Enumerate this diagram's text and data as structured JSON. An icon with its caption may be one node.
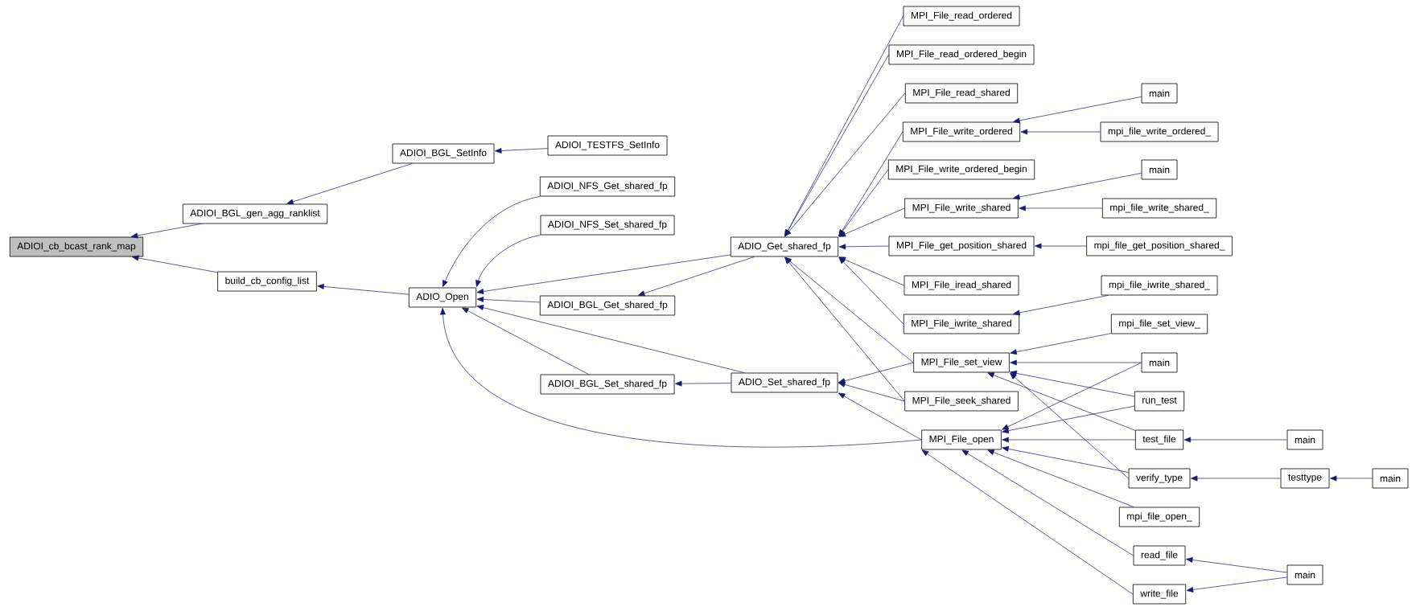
{
  "diagram": {
    "nodes": [
      {
        "text": [
          "ADIOI_cb_bcast_rank_map"
        ]
      },
      {
        "text": [
          "ADIOI_BGL_gen_agg_ranklist"
        ]
      },
      {
        "text": [
          "build_cb_config_list"
        ]
      },
      {
        "text": [
          "ADIOI_BGL_SetInfo"
        ]
      },
      {
        "text": [
          "ADIOI_TESTFS_SetInfo"
        ]
      },
      {
        "text": [
          "ADIO_Open"
        ]
      },
      {
        "text": [
          "ADIOI_NFS_Get_shared_fp"
        ]
      },
      {
        "text": [
          "ADIOI_NFS_Set_shared_fp"
        ]
      },
      {
        "text": [
          "ADIOI_BGL_Get_shared_fp"
        ]
      },
      {
        "text": [
          "ADIOI_BGL_Set_shared_fp"
        ]
      },
      {
        "text": [
          "ADIO_Get_shared_fp"
        ]
      },
      {
        "text": [
          "ADIO_Set_shared_fp"
        ]
      },
      {
        "text": [
          "MPI_File_read_ordered"
        ]
      },
      {
        "text": [
          "MPI_File_read_ordered_begin"
        ]
      },
      {
        "text": [
          "MPI_File_read_shared"
        ]
      },
      {
        "text": [
          "MPI_File_write_ordered"
        ]
      },
      {
        "text": [
          "MPI_File_write_ordered_begin"
        ]
      },
      {
        "text": [
          "MPI_File_write_shared"
        ]
      },
      {
        "text": [
          "MPI_File_get_position_shared"
        ]
      },
      {
        "text": [
          "MPI_File_iread_shared"
        ]
      },
      {
        "text": [
          "MPI_File_iwrite_shared"
        ]
      },
      {
        "text": [
          "MPI_File_set_view"
        ]
      },
      {
        "text": [
          "MPI_File_seek_shared"
        ]
      },
      {
        "text": [
          "MPI_File_open"
        ]
      },
      {
        "text": [
          "main"
        ]
      },
      {
        "text": [
          "mpi_file_write_ordered_"
        ]
      },
      {
        "text": [
          "main"
        ]
      },
      {
        "text": [
          "mpi_file_write_shared_"
        ]
      },
      {
        "text": [
          "mpi_file_get_position_shared_"
        ]
      },
      {
        "text": [
          "mpi_file_iwrite_shared_"
        ]
      },
      {
        "text": [
          "mpi_file_set_view_"
        ]
      },
      {
        "text": [
          "main"
        ]
      },
      {
        "text": [
          "run_test"
        ]
      },
      {
        "text": [
          "test_file"
        ]
      },
      {
        "text": [
          "verify_type"
        ]
      },
      {
        "text": [
          "mpi_file_open_"
        ]
      },
      {
        "text": [
          "read_file"
        ]
      },
      {
        "text": [
          "write_file"
        ]
      },
      {
        "text": [
          "main"
        ]
      },
      {
        "text": [
          "testtype"
        ]
      },
      {
        "text": [
          "main"
        ]
      },
      {
        "text": [
          "main"
        ]
      }
    ],
    "edges": [
      {
        "from": 1,
        "to": 0,
        "arrow": "to"
      },
      {
        "from": 2,
        "to": 0,
        "arrow": "to"
      },
      {
        "from": 3,
        "to": 1,
        "arrow": "to"
      },
      {
        "from": 4,
        "to": 3,
        "arrow": "to"
      },
      {
        "from": 5,
        "to": 2,
        "arrow": "to"
      },
      {
        "from": 6,
        "to": 5,
        "arrow": "to"
      },
      {
        "from": 7,
        "to": 5,
        "arrow": "to"
      },
      {
        "from": 10,
        "to": 5,
        "arrow": "to"
      },
      {
        "from": 8,
        "to": 5,
        "arrow": "to"
      },
      {
        "from": 11,
        "to": 5,
        "arrow": "to"
      },
      {
        "from": 9,
        "to": 5,
        "arrow": "to"
      },
      {
        "from": 23,
        "to": 5,
        "arrow": "to"
      },
      {
        "from": 10,
        "to": 8,
        "arrow": "to"
      },
      {
        "from": 11,
        "to": 9,
        "arrow": "to"
      },
      {
        "from": 12,
        "to": 10,
        "arrow": "to"
      },
      {
        "from": 13,
        "to": 10,
        "arrow": "to"
      },
      {
        "from": 14,
        "to": 10,
        "arrow": "to"
      },
      {
        "from": 15,
        "to": 10,
        "arrow": "to"
      },
      {
        "from": 16,
        "to": 10,
        "arrow": "to"
      },
      {
        "from": 17,
        "to": 10,
        "arrow": "to"
      },
      {
        "from": 18,
        "to": 10,
        "arrow": "to"
      },
      {
        "from": 19,
        "to": 10,
        "arrow": "to"
      },
      {
        "from": 20,
        "to": 10,
        "arrow": "to"
      },
      {
        "from": 21,
        "to": 10,
        "arrow": "to"
      },
      {
        "from": 22,
        "to": 10,
        "arrow": "to"
      },
      {
        "from": 21,
        "to": 11,
        "arrow": "to"
      },
      {
        "from": 22,
        "to": 11,
        "arrow": "to"
      },
      {
        "from": 23,
        "to": 11,
        "arrow": "to"
      },
      {
        "from": 24,
        "to": 15,
        "arrow": "to"
      },
      {
        "from": 25,
        "to": 15,
        "arrow": "to"
      },
      {
        "from": 26,
        "to": 17,
        "arrow": "to"
      },
      {
        "from": 27,
        "to": 17,
        "arrow": "to"
      },
      {
        "from": 28,
        "to": 18,
        "arrow": "to"
      },
      {
        "from": 29,
        "to": 20,
        "arrow": "to"
      },
      {
        "from": 30,
        "to": 21,
        "arrow": "to"
      },
      {
        "from": 31,
        "to": 21,
        "arrow": "to"
      },
      {
        "from": 32,
        "to": 21,
        "arrow": "to"
      },
      {
        "from": 33,
        "to": 21,
        "arrow": "to"
      },
      {
        "from": 34,
        "to": 21,
        "arrow": "to"
      },
      {
        "from": 31,
        "to": 23,
        "arrow": "to"
      },
      {
        "from": 32,
        "to": 23,
        "arrow": "to"
      },
      {
        "from": 33,
        "to": 23,
        "arrow": "to"
      },
      {
        "from": 34,
        "to": 23,
        "arrow": "to"
      },
      {
        "from": 35,
        "to": 23,
        "arrow": "to"
      },
      {
        "from": 36,
        "to": 23,
        "arrow": "to"
      },
      {
        "from": 37,
        "to": 23,
        "arrow": "to"
      },
      {
        "from": 38,
        "to": 33,
        "arrow": "to"
      },
      {
        "from": 41,
        "to": 39,
        "arrow": "to"
      },
      {
        "from": 39,
        "to": 34,
        "arrow": "to"
      },
      {
        "from": 40,
        "to": 36,
        "arrow": "to"
      },
      {
        "from": 40,
        "to": 37,
        "arrow": "to"
      }
    ]
  }
}
